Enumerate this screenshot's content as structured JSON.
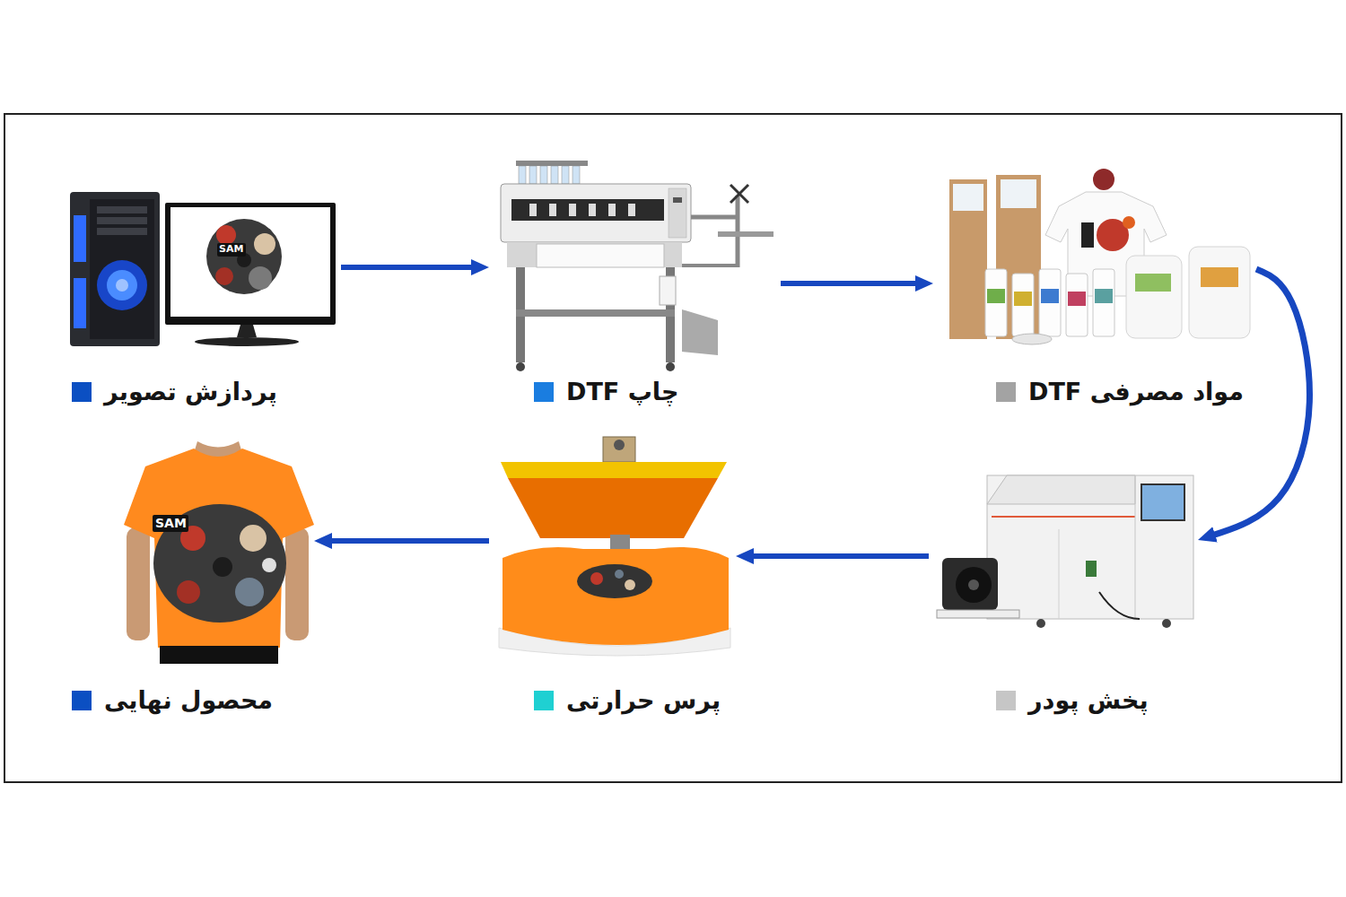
{
  "diagram": {
    "nodes": [
      {
        "text": [
          "پردازش تصویر"
        ]
      },
      {
        "text": [
          "چاپ DTF"
        ]
      },
      {
        "text": [
          "مواد مصرفی DTF"
        ]
      },
      {
        "text": [
          "پخش پودر"
        ]
      },
      {
        "text": [
          "پرس حرارتی"
        ]
      },
      {
        "text": [
          "محصول نهایی"
        ]
      }
    ],
    "edges": [
      {
        "from": 0,
        "to": 1,
        "arrow": "to"
      },
      {
        "from": 1,
        "to": 2,
        "arrow": "to"
      },
      {
        "from": 2,
        "to": 3,
        "arrow": "to"
      },
      {
        "from": 3,
        "to": 4,
        "arrow": "to"
      },
      {
        "from": 4,
        "to": 5,
        "arrow": "to"
      }
    ],
    "labels": [
      "SAM",
      "SAM"
    ]
  }
}
